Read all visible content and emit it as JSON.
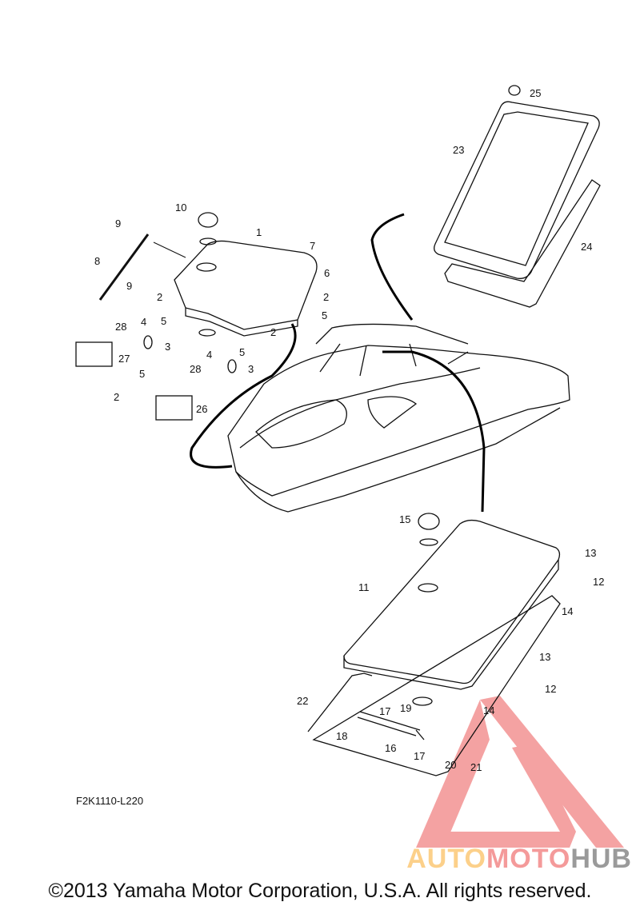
{
  "diagram": {
    "code": "F2K1110-L220",
    "copyright": "©2013 Yamaha Motor Corporation, U.S.A. All rights reserved.",
    "callouts": [
      "25",
      "23",
      "24",
      "10",
      "1",
      "9",
      "9",
      "7",
      "6",
      "8",
      "2",
      "2",
      "2",
      "2",
      "5",
      "5",
      "5",
      "5",
      "4",
      "4",
      "3",
      "3",
      "28",
      "28",
      "27",
      "26",
      "15",
      "13",
      "13",
      "12",
      "12",
      "11",
      "14",
      "14",
      "22",
      "17",
      "17",
      "19",
      "18",
      "16",
      "20",
      "21"
    ]
  },
  "watermark": {
    "part1": "AUTO",
    "part2": "MOTO",
    "part3": "HUB"
  }
}
